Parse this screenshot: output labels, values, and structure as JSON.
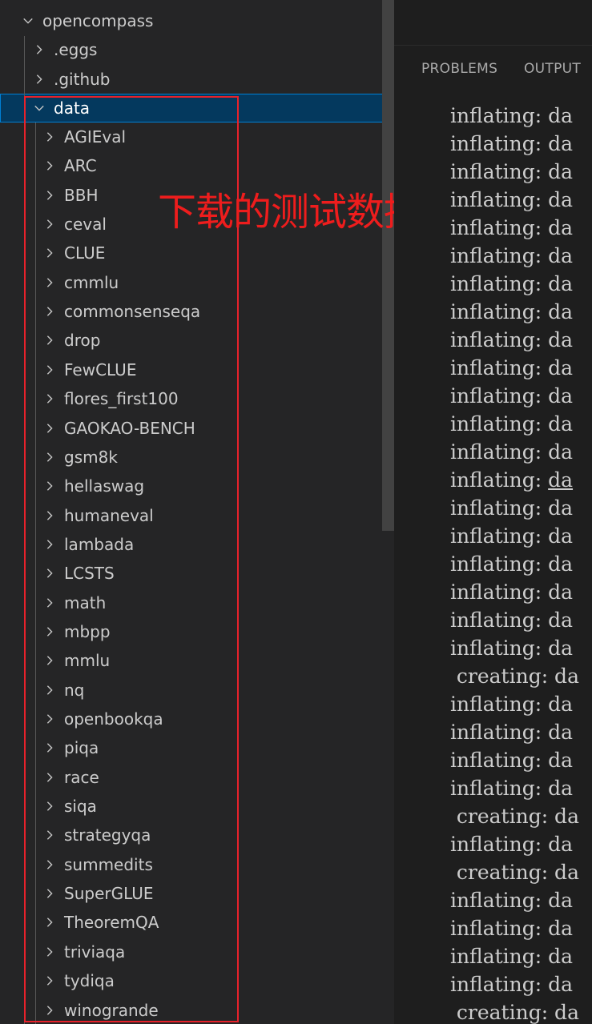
{
  "explorer": {
    "root": {
      "label": "opencompass",
      "expanded": true
    },
    "top_items": [
      {
        "label": ".eggs"
      },
      {
        "label": ".github"
      }
    ],
    "selected_folder": {
      "label": "data",
      "expanded": true
    },
    "children": [
      "AGIEval",
      "ARC",
      "BBH",
      "ceval",
      "CLUE",
      "cmmlu",
      "commonsenseqa",
      "drop",
      "FewCLUE",
      "flores_first100",
      "GAOKAO-BENCH",
      "gsm8k",
      "hellaswag",
      "humaneval",
      "lambada",
      "LCSTS",
      "math",
      "mbpp",
      "mmlu",
      "nq",
      "openbookqa",
      "piqa",
      "race",
      "siqa",
      "strategyqa",
      "summedits",
      "SuperGLUE",
      "TheoremQA",
      "triviaqa",
      "tydiqa",
      "winogrande"
    ]
  },
  "annotation": {
    "text": "下载的测试数据",
    "color": "#ee1d1d"
  },
  "panel": {
    "tabs": [
      "PROBLEMS",
      "OUTPUT"
    ],
    "lines": [
      " inflating: da",
      " inflating: da",
      " inflating: da",
      " inflating: da",
      " inflating: da",
      " inflating: da",
      " inflating: da",
      " inflating: da",
      " inflating: da",
      " inflating: da",
      " inflating: da",
      " inflating: da",
      " inflating: da",
      " inflating: da",
      " inflating: da",
      " inflating: da",
      " inflating: da",
      " inflating: da",
      " inflating: da",
      " inflating: da",
      "  creating: da",
      " inflating: da",
      " inflating: da",
      " inflating: da",
      " inflating: da",
      "  creating: da",
      " inflating: da",
      "  creating: da",
      " inflating: da",
      " inflating: da",
      " inflating: da",
      " inflating: da",
      "  creating: da"
    ],
    "underlined_line_index": 13
  },
  "colors": {
    "sidebar_bg": "#252526",
    "editor_bg": "#1e1e1e",
    "selection_bg": "#04395e",
    "highlight_border": "#e8222b"
  }
}
